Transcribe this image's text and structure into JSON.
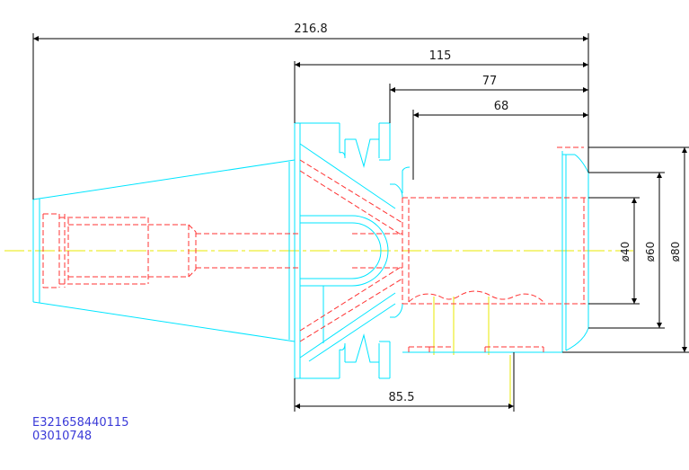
{
  "dimensions": {
    "overall_length": "216.8",
    "length_115": "115",
    "length_77": "77",
    "length_68": "68",
    "length_85_5": "85.5",
    "diameter_40": "ø40",
    "diameter_60": "ø60",
    "diameter_80": "ø80"
  },
  "part_codes": {
    "line1": "E321658440115",
    "line2": "03010748"
  },
  "colors": {
    "outline": "#00e5ff",
    "hidden": "#ff3333",
    "centerline": "#e8e800",
    "dimension": "#000000",
    "code_text": "#3a3ad8"
  }
}
